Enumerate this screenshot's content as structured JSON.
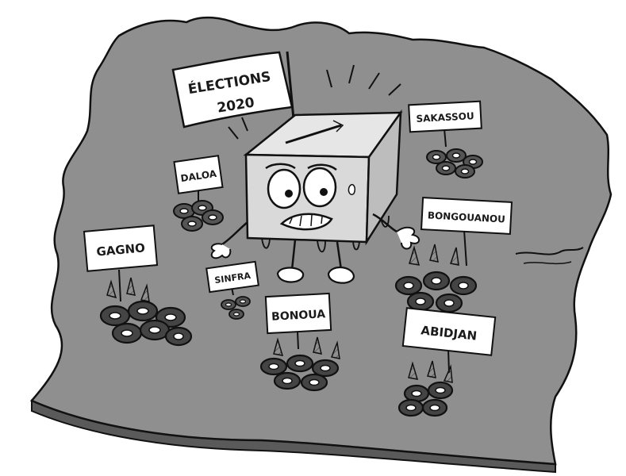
{
  "cartoon": {
    "flag_line1": "ÉLECTIONS",
    "flag_line2": "2020",
    "signs": {
      "daloa": "DALOA",
      "gagno": "GAGNO",
      "sinfra": "SINFRA",
      "bonoua": "BONOUA",
      "sakassou": "SAKASSOU",
      "bongouanou": "BONGOUANOU",
      "abidjan": "ABIDJAN"
    }
  },
  "colors": {
    "map_fill": "#8f8f8f",
    "map_side": "#5a5a5a",
    "ink": "#111111",
    "paper": "#ffffff",
    "box_fill": "#d9d9d9"
  }
}
